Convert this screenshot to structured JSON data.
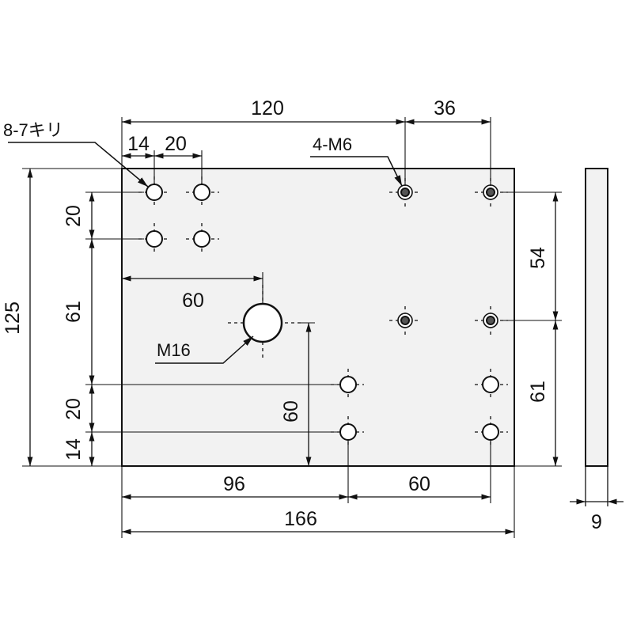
{
  "drawing": {
    "top_view": {
      "width_mm": 166,
      "height_mm": 125,
      "labels": {
        "drill_callout": "8-7キリ",
        "tap_callout": "4-M6",
        "big_hole_callout": "M16"
      }
    },
    "dimensions": {
      "top_120": "120",
      "top_36": "36",
      "top_14": "14",
      "top_20": "20",
      "left_125": "125",
      "left_20_top": "20",
      "left_61": "61",
      "left_20_bottom": "20",
      "left_14": "14",
      "big_60_horizontal": "60",
      "big_60_vertical": "60",
      "right_54": "54",
      "right_61": "61",
      "bottom_96": "96",
      "bottom_60": "60",
      "bottom_166": "166",
      "thickness_9": "9"
    }
  }
}
